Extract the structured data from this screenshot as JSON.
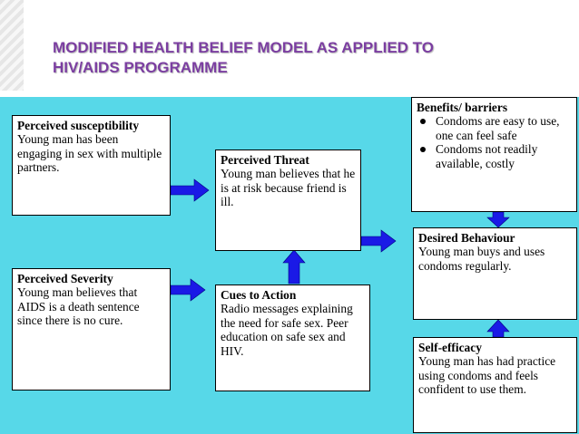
{
  "title": {
    "line1": "MODIFIED HEALTH BELIEF MODEL AS APPLIED TO",
    "line2": "HIV/AIDS PROGRAMME"
  },
  "boxes": {
    "susceptibility": {
      "heading": "Perceived susceptibility",
      "text": "Young man has been engaging in sex with multiple partners."
    },
    "severity": {
      "heading": "Perceived Severity",
      "text": "Young man believes that AIDS is a death sentence since there is no cure."
    },
    "threat": {
      "heading": "Perceived Threat",
      "text": "Young man believes that he is at risk because friend is ill."
    },
    "cues": {
      "heading": "Cues to Action",
      "text": "Radio messages explaining the need for safe sex. Peer education on safe sex and HIV."
    },
    "benefits": {
      "heading": "Benefits/ barriers",
      "bullets": [
        "Condoms are easy to use, one can feel safe",
        "Condoms not readily available, costly"
      ]
    },
    "behaviour": {
      "heading": "Desired Behaviour",
      "text": "Young man buys and uses condoms regularly."
    },
    "efficacy": {
      "heading": "Self-efficacy",
      "text": "Young man has had practice using condoms and feels confident to use them."
    }
  },
  "colors": {
    "title": "#7b3ea1",
    "background": "#57d8e8",
    "arrow": "#1a1ae6"
  }
}
